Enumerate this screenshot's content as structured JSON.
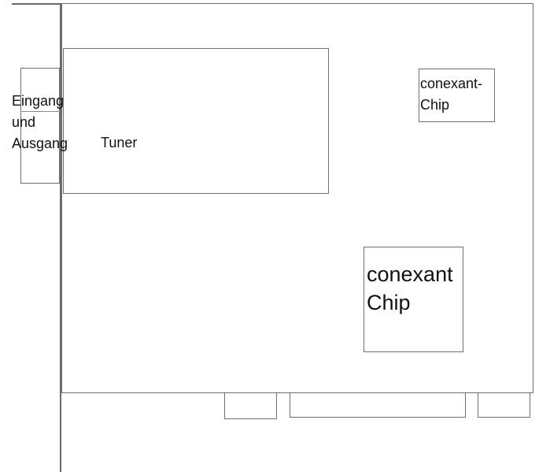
{
  "diagram": {
    "labels": {
      "io_line1": "Eingang",
      "io_line2": "und",
      "io_line3": "Ausgang",
      "tuner": "Tuner",
      "chip_small_line1": "conexant-",
      "chip_small_line2": "Chip",
      "chip_large_line1": "conexant",
      "chip_large_line2": "Chip"
    },
    "colors": {
      "line": "#6a6a6a",
      "text": "#111111",
      "background": "#ffffff"
    }
  }
}
